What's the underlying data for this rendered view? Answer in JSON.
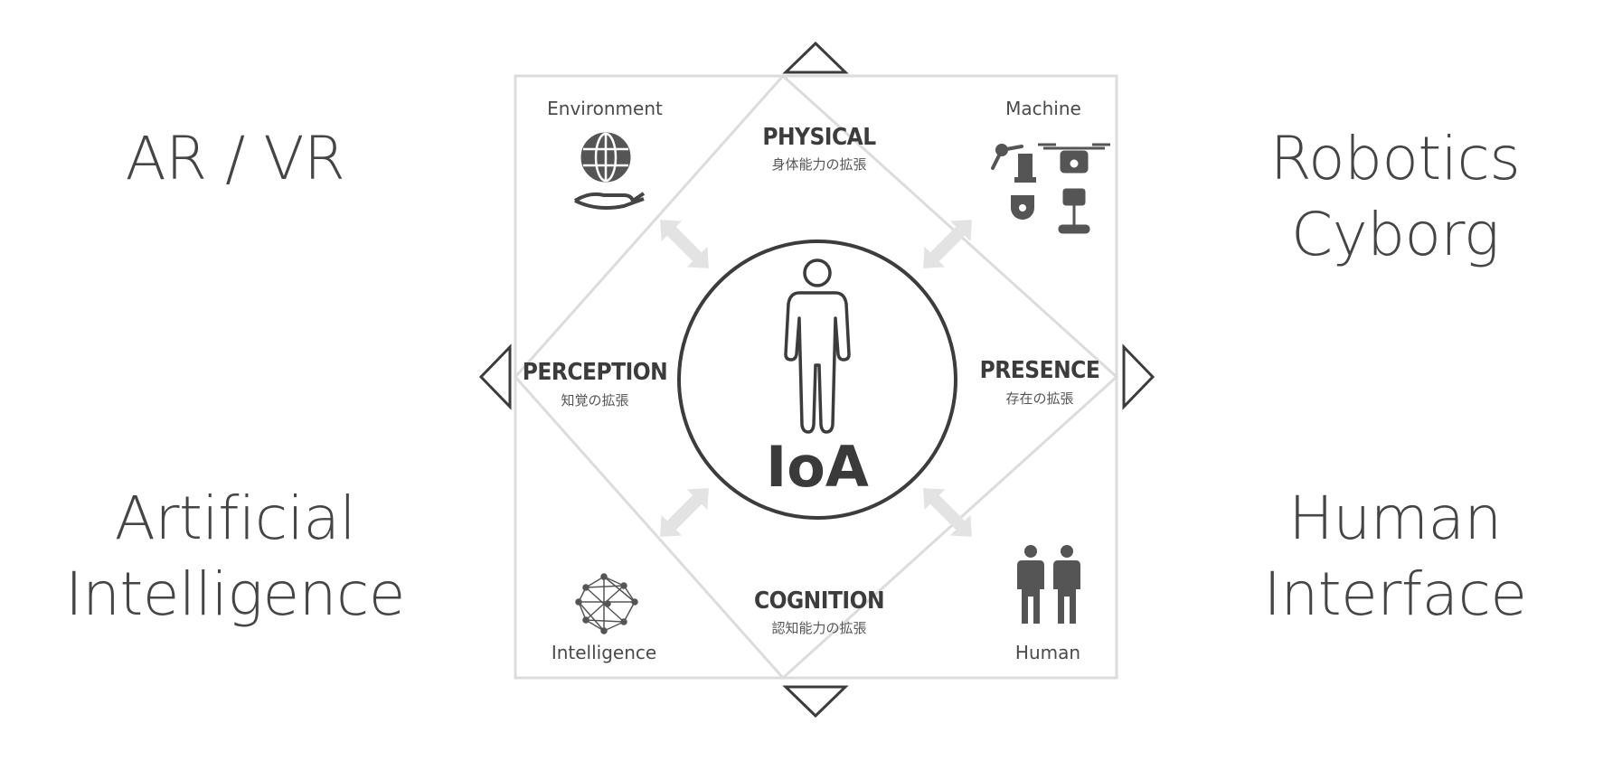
{
  "side_labels": {
    "left_top": [
      "AR / VR"
    ],
    "left_bottom": [
      "Artificial",
      "Intelligence"
    ],
    "right_top": [
      "Robotics",
      "Cyborg"
    ],
    "right_bottom": [
      "Human",
      "Interface"
    ]
  },
  "diagram": {
    "center_label": "IoA",
    "sections": {
      "physical": {
        "title": "PHYSICAL",
        "subtitle": "身体能力の拡張"
      },
      "perception": {
        "title": "PERCEPTION",
        "subtitle": "知覚の拡張"
      },
      "presence": {
        "title": "PRESENCE",
        "subtitle": "存在の拡張"
      },
      "cognition": {
        "title": "COGNITION",
        "subtitle": "認知能力の拡張"
      }
    },
    "corners": {
      "environment": "Environment",
      "machine": "Machine",
      "intelligence": "Intelligence",
      "human": "Human"
    }
  },
  "colors": {
    "frame": "#dcdcdc",
    "arrow": "#e3e3e3",
    "ink": "#3c3c3c"
  },
  "icons": [
    "globe-hand-icon",
    "robot-arm-icon",
    "drone-icon",
    "camera-icon",
    "segway-icon",
    "network-icon",
    "people-icon",
    "person-icon"
  ]
}
